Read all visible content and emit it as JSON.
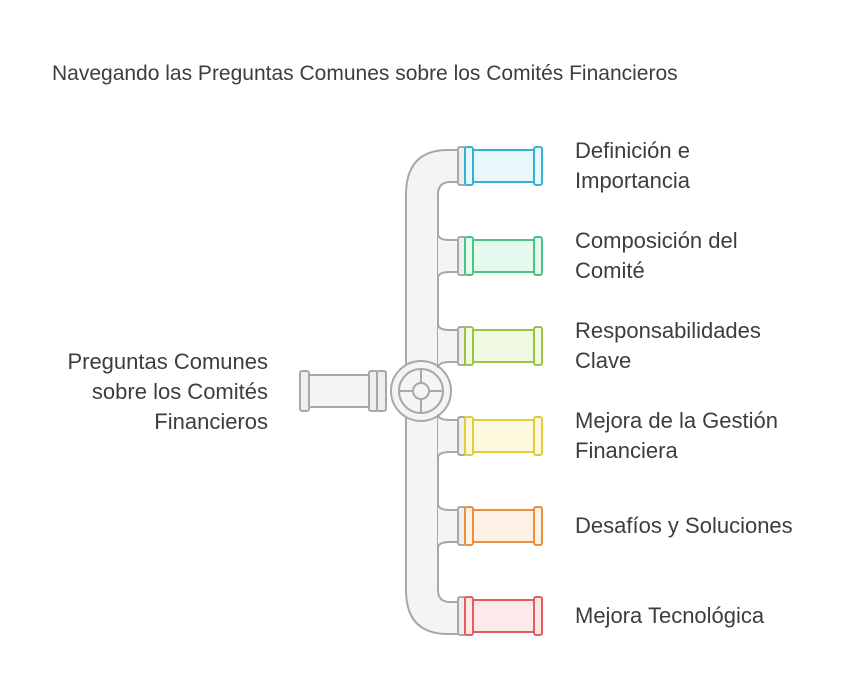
{
  "title": "Navegando las Preguntas Comunes sobre los Comités Financieros",
  "source": {
    "lines": [
      "Preguntas Comunes",
      "sobre los Comités",
      "Financieros"
    ]
  },
  "branches": [
    {
      "lines": [
        "Definición e",
        "Importancia"
      ],
      "color": "#3ab0d6",
      "fill": "#e8f8fc"
    },
    {
      "lines": [
        "Composición del",
        "Comité"
      ],
      "color": "#4cc487",
      "fill": "#e6f9ee"
    },
    {
      "lines": [
        "Responsabilidades",
        "Clave"
      ],
      "color": "#9ac443",
      "fill": "#f2f9e3"
    },
    {
      "lines": [
        "Mejora de la Gestión",
        "Financiera"
      ],
      "color": "#e2cc3c",
      "fill": "#fdf9df"
    },
    {
      "lines": [
        "Desafíos y Soluciones"
      ],
      "color": "#e8903f",
      "fill": "#fdf0e4"
    },
    {
      "lines": [
        "Mejora Tecnológica"
      ],
      "color": "#e35d5d",
      "fill": "#fde9e9"
    }
  ]
}
